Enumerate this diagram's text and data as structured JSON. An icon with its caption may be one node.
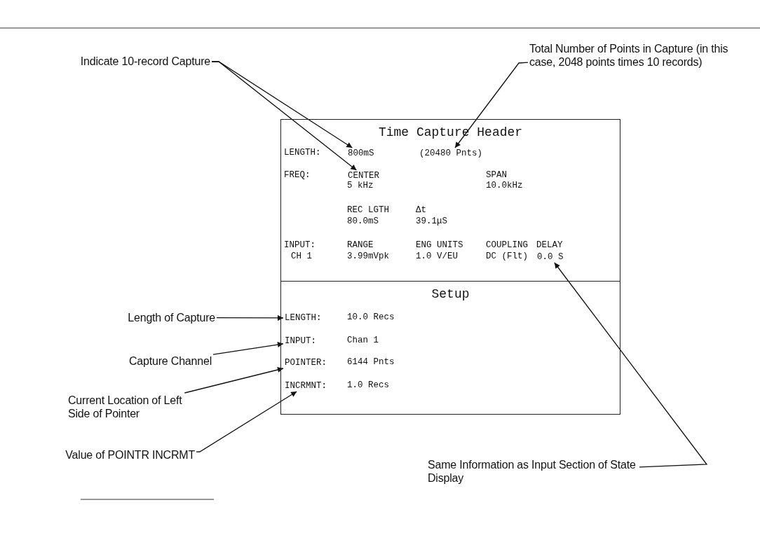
{
  "diagram": {
    "nodes": [
      {
        "text": [
          "Total Number of Points in Capture (in this case, 2048 points times 10 records)"
        ]
      },
      {
        "text": [
          "Indicate 10-record Capture"
        ]
      },
      {
        "text": [
          "Time Capture Header"
        ]
      },
      {
        "text": [
          "800mS"
        ],
        "in": 2
      },
      {
        "text": [
          "(20480 Pnts)"
        ],
        "in": 2
      },
      {
        "text": [
          "CENTER"
        ],
        "in": 2
      },
      {
        "text": [
          "0.0 S"
        ],
        "in": 2
      },
      {
        "text": [
          "Setup"
        ]
      },
      {
        "text": [
          "LENGTH:"
        ],
        "in": 7
      },
      {
        "text": [
          "INPUT:"
        ],
        "in": 7
      },
      {
        "text": [
          "POINTER:"
        ],
        "in": 7
      },
      {
        "text": [
          "INCRMNT:"
        ],
        "in": 7
      },
      {
        "text": [
          "Length of Capture"
        ]
      },
      {
        "text": [
          "Capture Channel"
        ]
      },
      {
        "text": [
          "Current Location of Left Side of Pointer"
        ]
      },
      {
        "text": [
          "Value of POINTR INCRMT"
        ]
      },
      {
        "text": [
          "Same Information as Input Section of State Display"
        ]
      }
    ],
    "edges": [
      {
        "from": 0,
        "to": 4,
        "arrow": "to"
      },
      {
        "from": 1,
        "to": 3,
        "arrow": "to"
      },
      {
        "from": 1,
        "to": 5,
        "arrow": "to"
      },
      {
        "from": 12,
        "to": 8,
        "arrow": "to"
      },
      {
        "from": 13,
        "to": 9,
        "arrow": "to"
      },
      {
        "from": 14,
        "to": 10,
        "arrow": "to"
      },
      {
        "from": 15,
        "to": 11,
        "arrow": "to"
      },
      {
        "from": 16,
        "to": 6,
        "arrow": "to"
      }
    ],
    "labels": [
      "LENGTH:",
      "FREQ:",
      "SPAN",
      "5 kHz",
      "10.0kHz",
      "REC LGTH",
      "Δt",
      "80.0mS",
      "39.1μS",
      "INPUT:",
      "RANGE",
      "ENG UNITS",
      "COUPLING",
      "DELAY",
      "CH 1",
      "3.99mVpk",
      "1.0 V/EU",
      "DC (Flt)",
      "10.0 Recs",
      "Chan 1",
      "6144 Pnts",
      "1.0 Recs"
    ]
  }
}
